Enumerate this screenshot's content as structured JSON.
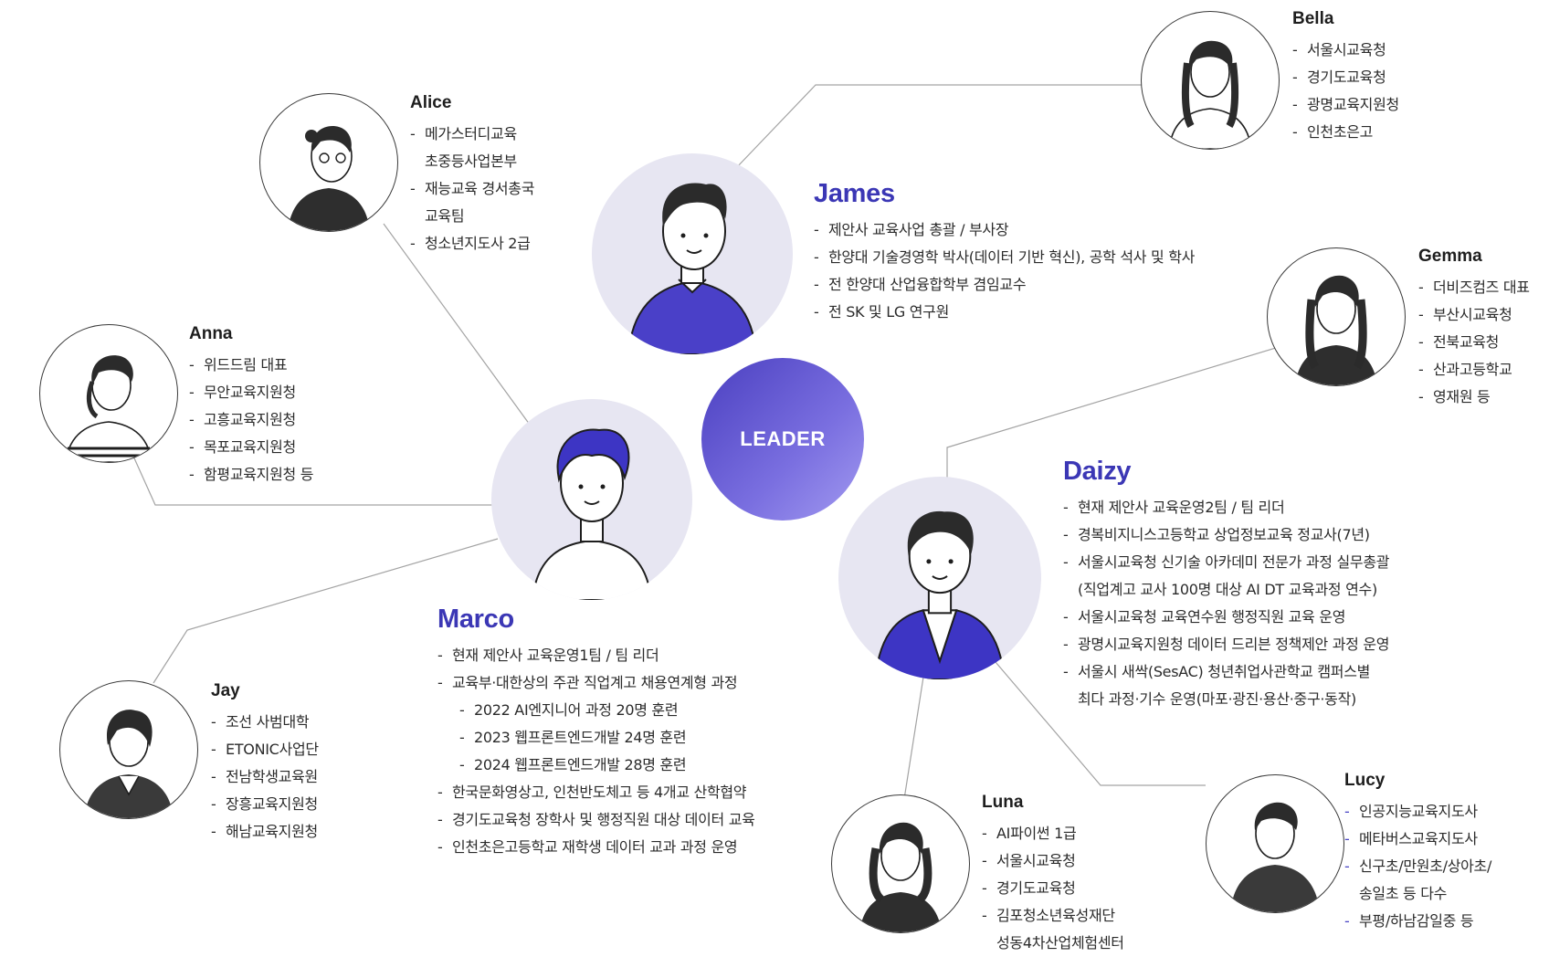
{
  "center": {
    "label": "LEADER"
  },
  "people": {
    "james": {
      "name": "James",
      "items": [
        "제안사 교육사업 총괄 / 부사장",
        "한양대 기술경영학 박사(데이터 기반 혁신), 공학 석사 및 학사",
        "전 한양대 산업융합학부 겸임교수",
        "전 SK 및 LG 연구원"
      ]
    },
    "marco": {
      "name": "Marco",
      "items": [
        "현재 제안사 교육운영1팀 / 팀 리더",
        "교육부·대한상의 주관 직업계고 채용연계형 과정",
        "2022 AI엔지니어 과정 20명 훈련",
        "2023 웹프론트엔드개발 24명 훈련",
        "2024 웹프론트엔드개발 28명 훈련",
        "한국문화영상고, 인천반도체고 등 4개교 산학협약",
        "경기도교육청 장학사 및 행정직원 대상 데이터 교육",
        "인천초은고등학교 재학생 데이터 교과 과정 운영"
      ]
    },
    "daizy": {
      "name": "Daizy",
      "items": [
        "현재 제안사 교육운영2팀 / 팀 리더",
        "경복비지니스고등학교 상업정보교육 정교사(7년)",
        "서울시교육청 신기술 아카데미 전문가 과정 실무총괄",
        "(직업계고 교사 100명 대상 AI DT 교육과정 연수)",
        "서울시교육청 교육연수원 행정직원 교육 운영",
        "광명시교육지원청 데이터 드리븐 정책제안 과정 운영",
        "서울시 새싹(SesAC) 청년취업사관학교 캠퍼스별",
        "최다 과정·기수 운영(마포·광진·용산·중구·동작)"
      ]
    },
    "alice": {
      "name": "Alice",
      "items": [
        "메가스터디교육",
        "초중등사업본부",
        "재능교육 경서총국",
        "교육팀",
        "청소년지도사 2급"
      ]
    },
    "anna": {
      "name": "Anna",
      "items": [
        "위드드림 대표",
        "무안교육지원청",
        "고흥교육지원청",
        "목포교육지원청",
        "함평교육지원청 등"
      ]
    },
    "jay": {
      "name": "Jay",
      "items": [
        "조선 사범대학",
        "ETONIC사업단",
        "전남학생교육원",
        "장흥교육지원청",
        "해남교육지원청"
      ]
    },
    "bella": {
      "name": "Bella",
      "items": [
        "서울시교육청",
        "경기도교육청",
        "광명교육지원청",
        "인천초은고"
      ]
    },
    "gemma": {
      "name": "Gemma",
      "items": [
        "더비즈컴즈 대표",
        "부산시교육청",
        "전북교육청",
        "산과고등학교",
        "영재원 등"
      ]
    },
    "luna": {
      "name": "Luna",
      "items": [
        "AI파이썬 1급",
        "서울시교육청",
        "경기도교육청",
        "김포청소년육성재단",
        "성동4차산업체험센터"
      ]
    },
    "lucy": {
      "name": "Lucy",
      "items": [
        "인공지능교육지도사",
        "메타버스교육지도사",
        "신구초/만원초/상아초/",
        "송일초 등 다수",
        "부평/하남감일중 등"
      ]
    }
  },
  "colors": {
    "accent": "#3b37b5",
    "leader_start": "#4a3fc0",
    "leader_end": "#a29af0",
    "avatar_bg": "#e7e6f2",
    "line": "#9a9a9a"
  }
}
